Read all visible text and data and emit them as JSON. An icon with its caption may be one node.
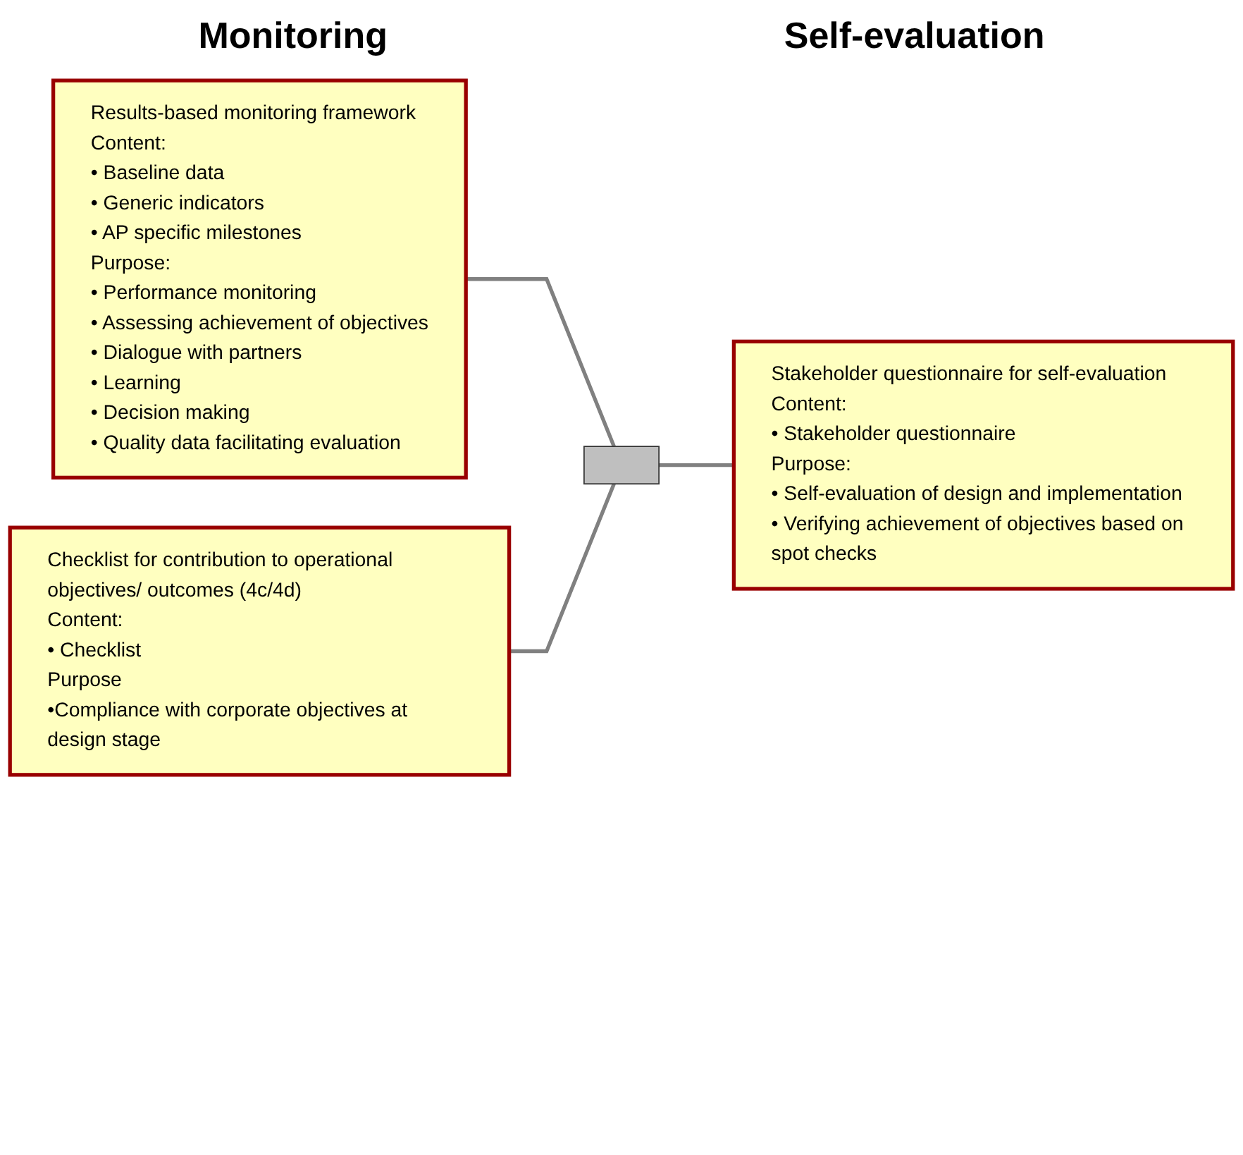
{
  "diagram": {
    "nodes": [
      {
        "text": [
          "Results-based monitoring framework",
          "Content:",
          "• Baseline data",
          "• Generic indicators",
          "• AP specific milestones",
          "Purpose:",
          "• Performance monitoring",
          "• Assessing achievement of objectives",
          "• Dialogue with partners",
          "• Learning",
          "• Decision making",
          "• Quality data facilitating evaluation"
        ]
      },
      {
        "text": [
          "Checklist for contribution to operational objectives/ outcomes (4c/4d)",
          "Content:",
          "• Checklist",
          "Purpose",
          "•Compliance with corporate objectives at design stage"
        ]
      },
      {
        "text": [],
        "shape": "box"
      },
      {
        "text": [
          "Stakeholder questionnaire for self-evaluation",
          "Content:",
          "• Stakeholder questionnaire",
          "Purpose:",
          "• Self-evaluation of design and implementation",
          "• Verifying achievement of objectives based on spot checks"
        ]
      }
    ],
    "edges": [
      {
        "from": 0,
        "to": 2,
        "arrow": "none"
      },
      {
        "from": 1,
        "to": 2,
        "arrow": "none"
      },
      {
        "from": 2,
        "to": 3,
        "arrow": "none"
      }
    ],
    "labels": [
      "Monitoring",
      "Self-evaluation"
    ]
  }
}
